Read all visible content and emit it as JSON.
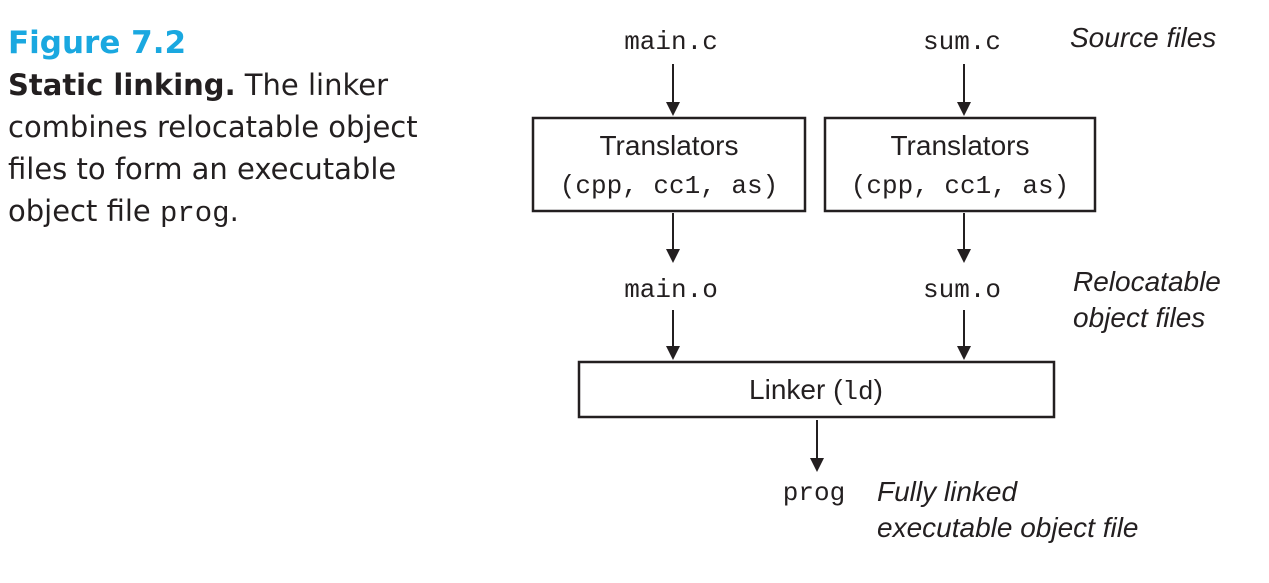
{
  "caption": {
    "figure_number": "Figure 7.2",
    "title": "Static linking.",
    "text_before_code": " The linker combines relocatable object files to form an executable object file ",
    "code": "prog",
    "text_after_code": "."
  },
  "diagram": {
    "main_c": "main.c",
    "sum_c": "sum.c",
    "source_files_label": "Source files",
    "translators_left": {
      "line1": "Translators",
      "line2": "(cpp, cc1, as)"
    },
    "translators_right": {
      "line1": "Translators",
      "line2": "(cpp, cc1, as)"
    },
    "main_o": "main.o",
    "sum_o": "sum.o",
    "relocatable_label": {
      "line1": "Relocatable",
      "line2": "object files"
    },
    "linker": {
      "prefix": "Linker (",
      "code": "ld",
      "suffix": ")"
    },
    "prog": "prog",
    "executable_label": {
      "line1": "Fully linked",
      "line2": "executable object file"
    }
  }
}
